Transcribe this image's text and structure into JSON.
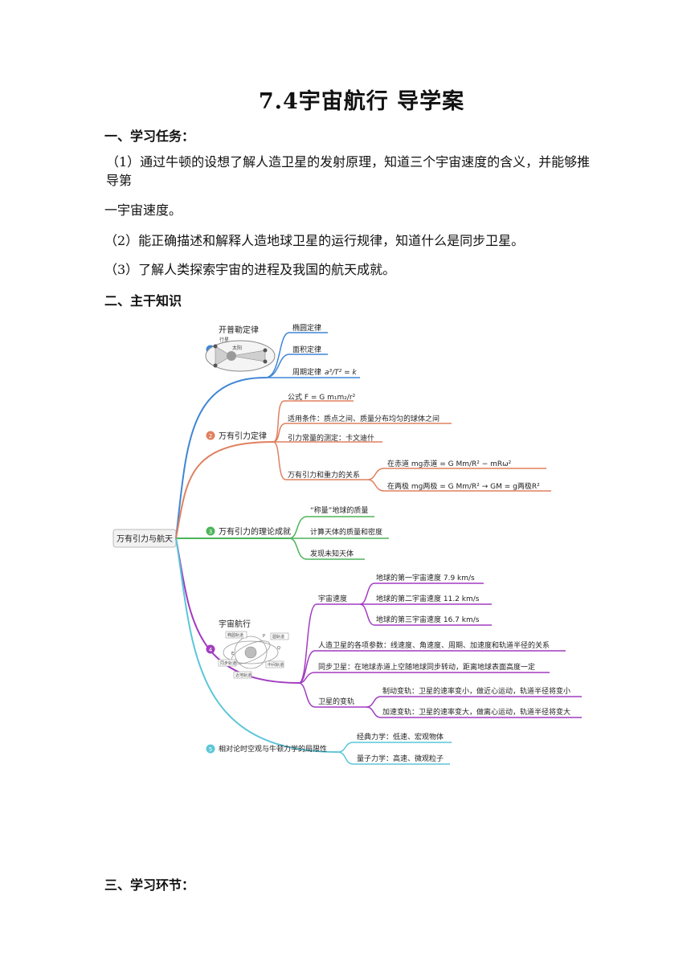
{
  "title": "7.4宇宙航行  导学案",
  "sections": {
    "s1": "一、学习任务：",
    "s2": "二、主干知识",
    "s3": "三、学习环节："
  },
  "tasks": {
    "t1a": "（1）通过牛顿的设想了解人造卫星的发射原理，知道三个宇宙速度的含义，并能够推导第",
    "t1b": "一宇宙速度。",
    "t2": "（2）能正确描述和解释人造地球卫星的运行规律，知道什么是同步卫星。",
    "t3": "（3）了解人类探索宇宙的进程及我国的航天成就。"
  },
  "mindmap": {
    "root": "万有引力与航天",
    "colors": {
      "blue": "#3f86d6",
      "orange": "#e0805f",
      "green": "#4eb45a",
      "purple": "#a23cc0",
      "cyan": "#5cc6d8"
    },
    "b1": {
      "num": "1",
      "label": "开普勒定律",
      "leaves": [
        "椭圆定律",
        "面积定律",
        "周期定律"
      ],
      "period_formula": "a³/T² = k",
      "img_labels": [
        "行星",
        "太阳"
      ]
    },
    "b2": {
      "num": "2",
      "label": "万有引力定律",
      "formula": "公式 F = G m₁m₂/r²",
      "cond": "适用条件：质点之间、质量分布均匀的球体之间",
      "g": "引力常量的测定：卡文迪什",
      "rel": "万有引力和重力的关系",
      "eq1": "在赤道 mg赤道 = G Mm/R² − mRω²",
      "eq2": "在两极 mg两极 = G Mm/R² → GM = g两极R²"
    },
    "b3": {
      "num": "3",
      "label": "万有引力的理论成就",
      "leaves": [
        "“称量”地球的质量",
        "计算天体的质量和密度",
        "发现未知天体"
      ]
    },
    "b4": {
      "num": "4",
      "label": "宇宙航行",
      "img_labels": [
        "椭圆轨道",
        "P",
        "圆轨道",
        "同步轨道",
        "中间轨道",
        "Q",
        "近地轨道",
        "E"
      ],
      "speed": "宇宙速度",
      "speeds": [
        "地球的第一宇宙速度 7.9 km/s",
        "地球的第二宇宙速度 11.2 km/s",
        "地球的第三宇宙速度 16.7 km/s"
      ],
      "params": "人造卫星的各项参数：线速度、角速度、周期、加速度和轨道半径的关系",
      "sync": "同步卫星：在地球赤道上空随地球同步转动，距离地球表面高度一定",
      "orbit": "卫星的变轨",
      "orbits": [
        "制动变轨：卫星的速率变小，做近心运动，轨道半径将变小",
        "加速变轨：卫星的速率变大，做离心运动，轨道半径将变大"
      ]
    },
    "b5": {
      "num": "5",
      "label": "相对论时空观与牛顿力学的局限性",
      "leaves": [
        "经典力学：低速、宏观物体",
        "量子力学：高速、微观粒子"
      ]
    }
  }
}
